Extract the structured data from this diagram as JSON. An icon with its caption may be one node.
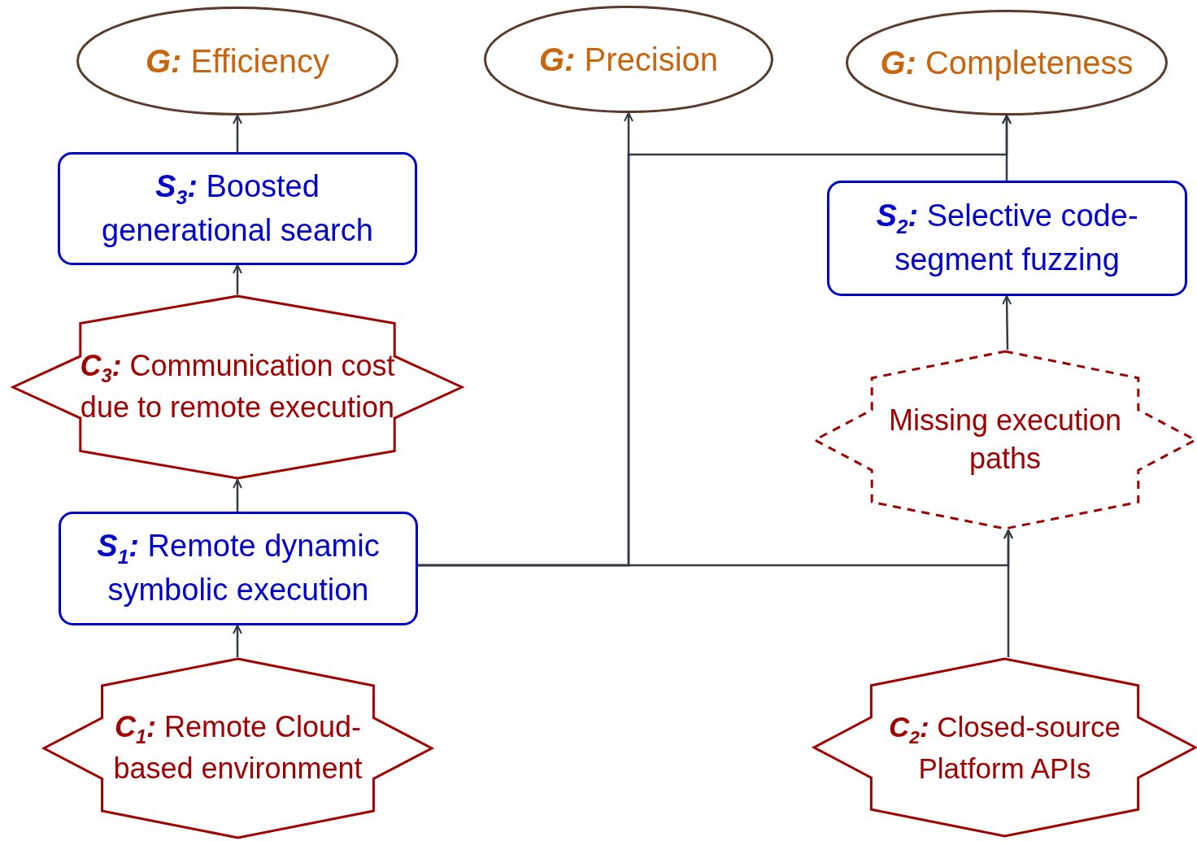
{
  "diagram": {
    "nodes": [
      {
        "text": [
          "**G:** Efficiency"
        ]
      },
      {
        "text": [
          "**G:** Precision"
        ]
      },
      {
        "text": [
          "**G:** Completeness"
        ]
      },
      {
        "text": [
          "**S**$_{3}$**:** Boosted generational search"
        ]
      },
      {
        "text": [
          "**S**$_{2}$**:** Selective code-segment fuzzing"
        ]
      },
      {
        "text": [
          "**C**$_{3}$**:** Communication cost due to remote execution"
        ]
      },
      {
        "text": [
          "Missing execution paths"
        ]
      },
      {
        "text": [
          "**S**$_{1}$**:** Remote dynamic symbolic execution"
        ]
      },
      {
        "text": [
          "**C**$_{1}$**:** Remote Cloud-based environment"
        ]
      },
      {
        "text": [
          "**C**$_{2}$**:** Closed-source Platform APIs"
        ]
      }
    ],
    "edges": [
      {
        "from": 3,
        "to": 0,
        "arrow": "to"
      },
      {
        "from": 5,
        "to": 3,
        "arrow": "to"
      },
      {
        "from": 7,
        "to": 5,
        "arrow": "to"
      },
      {
        "from": 8,
        "to": 7,
        "arrow": "to"
      },
      {
        "from": 7,
        "to": 1,
        "arrow": "to"
      },
      {
        "from": 7,
        "to": 2,
        "arrow": "to"
      },
      {
        "from": 4,
        "to": 2,
        "arrow": "to"
      },
      {
        "from": 6,
        "to": 4,
        "arrow": "to"
      },
      {
        "from": 7,
        "to": 6,
        "arrow": "to"
      },
      {
        "from": 9,
        "to": 6,
        "arrow": "to"
      }
    ]
  }
}
